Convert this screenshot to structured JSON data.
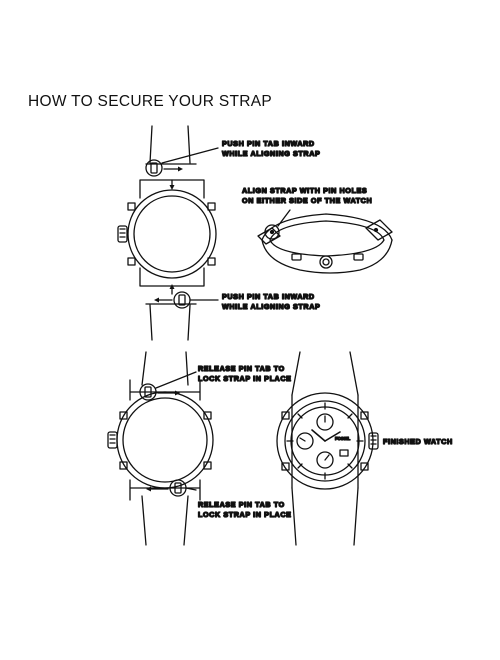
{
  "title": "HOW TO SECURE YOUR STRAP",
  "steps": {
    "push_top": {
      "line1": "PUSH PIN TAB INWARD",
      "line2": "WHILE ALIGNING STRAP"
    },
    "align": {
      "line1": "ALIGN STRAP WITH PIN HOLES",
      "line2": "ON EITHER SIDE OF THE WATCH"
    },
    "push_bottom": {
      "line1": "PUSH PIN TAB INWARD",
      "line2": "WHILE ALIGNING STRAP"
    },
    "release_top": {
      "line1": "RELEASE PIN TAB TO",
      "line2": "LOCK STRAP IN PLACE"
    },
    "release_bottom": {
      "line1": "RELEASE PIN TAB TO",
      "line2": "LOCK STRAP IN PLACE"
    },
    "finished": {
      "line1": "FINISHED WATCH"
    }
  },
  "watch_dial": {
    "brand": "FOSSIL"
  },
  "colors": {
    "ink": "#111111",
    "background": "#ffffff"
  }
}
